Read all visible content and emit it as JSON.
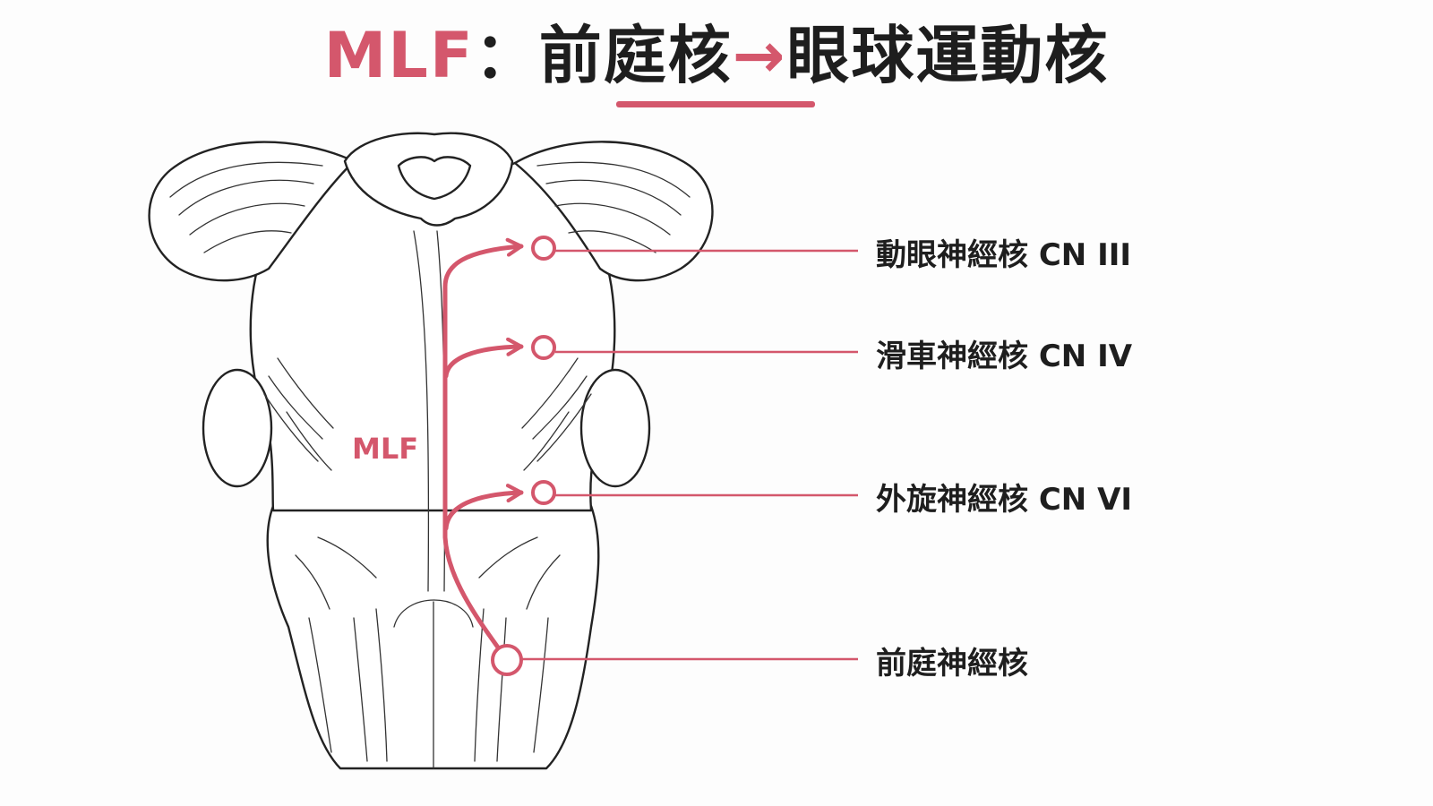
{
  "title": {
    "accent": "MLF",
    "separator": "：",
    "from": "前庭核",
    "arrow": "→",
    "to": "眼球運動核"
  },
  "pathway_label": "MLF",
  "nuclei": [
    {
      "label": "動眼神經核 CN III"
    },
    {
      "label": "滑車神經核 CN IV"
    },
    {
      "label": "外旋神經核 CN VI"
    },
    {
      "label": "前庭神經核"
    }
  ],
  "colors": {
    "accent": "#d4576c",
    "ink": "#1e1e1e",
    "background": "#fdfdfd"
  }
}
